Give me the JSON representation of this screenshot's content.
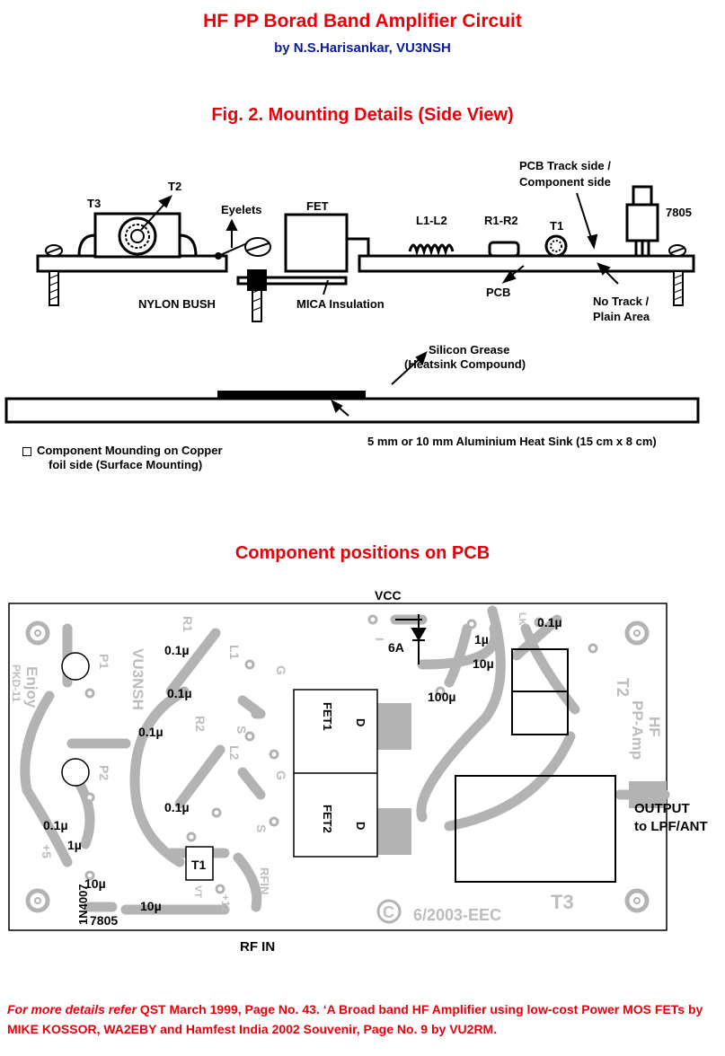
{
  "header": {
    "title": "HF PP Borad Band Amplifier Circuit",
    "author": "by N.S.Harisankar, VU3NSH",
    "fig_title": "Fig. 2. Mounting Details (Side View)"
  },
  "side_view": {
    "labels": {
      "t3": "T3",
      "t2": "T2",
      "eyelets": "Eyelets",
      "fet": "FET",
      "l1l2": "L1-L2",
      "r1r2": "R1-R2",
      "t1": "T1",
      "pcb_track": "PCB Track side /",
      "component_side": "Component side",
      "ic": "7805",
      "nylon_bush": "NYLON BUSH",
      "mica": "MICA Insulation",
      "pcb": "PCB",
      "no_track": "No Track /",
      "plain_area": "Plain Area",
      "grease": "Silicon Grease",
      "heatsink_compound": "(Heatsink Compound)",
      "heatsink": "5 mm or 10 mm Aluminium Heat Sink (15 cm x 8 cm)"
    },
    "note_line1": "Component Mounding on Copper",
    "note_line2": "foil side (Surface Mounting)"
  },
  "pcb_layout": {
    "title": "Component positions on PCB",
    "labels": {
      "vcc": "VCC",
      "fuse": "6A",
      "cap_1u": "1µ",
      "cap_10u": "10µ",
      "cap_100u": "100µ",
      "cap_01u": "0.1µ",
      "output1": "OUTPUT",
      "output2": "to LPF/ANT",
      "rf_in": "RF IN",
      "t1": "T1",
      "ic": "7805",
      "diode": "1N4007",
      "fet1": "FET1",
      "fet2": "FET2",
      "d": "D",
      "g": "G",
      "s": "S",
      "t3": "T3",
      "t2": "T2",
      "hf": "HF",
      "ppamp": "PP-Amp",
      "copyright": "6/2003-EEC",
      "vu3nsh": "VU3NSH",
      "enjoy": "Enjoy",
      "pkd": "PKD-11",
      "p1": "P1",
      "p2": "P2",
      "r1": "R1",
      "r2": "R2",
      "l1": "L1",
      "l2": "L2",
      "plus5": "+5",
      "plus12": "+12",
      "vt": "VT",
      "rfin": "RFIN",
      "lk": "LK",
      "minus": "I"
    }
  },
  "footer": {
    "lead": "For more details refer",
    "body": "QST March 1999, Page No. 43. ‘A Broad band HF Amplifier using low-cost Power MOS FETs by MIKE KOSSOR, WA2EBY and Hamfest India 2002 Souvenir, Page No. 9 by VU2RM."
  },
  "colors": {
    "title_red": "#e8000b",
    "author_blue": "#0b1a9a",
    "track_grey": "#b3b3b3"
  }
}
